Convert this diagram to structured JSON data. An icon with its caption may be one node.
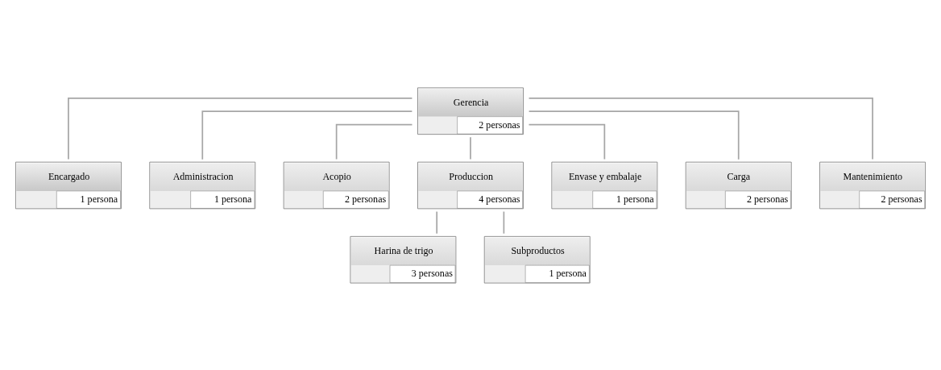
{
  "diagram": {
    "nodes": [
      {
        "text": [
          "Gerencia",
          "2 personas"
        ]
      },
      {
        "text": [
          "Encargado",
          "1 persona"
        ]
      },
      {
        "text": [
          "Administracion",
          "1 persona"
        ]
      },
      {
        "text": [
          "Acopio",
          "2 personas"
        ]
      },
      {
        "text": [
          "Produccion",
          "4 personas"
        ]
      },
      {
        "text": [
          "Envase y embalaje",
          "1 persona"
        ]
      },
      {
        "text": [
          "Carga",
          "2 personas"
        ]
      },
      {
        "text": [
          "Mantenimiento",
          "2 personas"
        ]
      },
      {
        "text": [
          "Harina de trigo",
          "3 personas"
        ]
      },
      {
        "text": [
          "Subproductos",
          "1 persona"
        ]
      }
    ],
    "edges": [
      {
        "from": 0,
        "to": 1,
        "arrow": "none"
      },
      {
        "from": 0,
        "to": 2,
        "arrow": "none"
      },
      {
        "from": 0,
        "to": 3,
        "arrow": "none"
      },
      {
        "from": 0,
        "to": 4,
        "arrow": "none"
      },
      {
        "from": 0,
        "to": 5,
        "arrow": "none"
      },
      {
        "from": 0,
        "to": 6,
        "arrow": "none"
      },
      {
        "from": 0,
        "to": 7,
        "arrow": "none"
      },
      {
        "from": 4,
        "to": 8,
        "arrow": "none"
      },
      {
        "from": 4,
        "to": 9,
        "arrow": "none"
      }
    ]
  }
}
